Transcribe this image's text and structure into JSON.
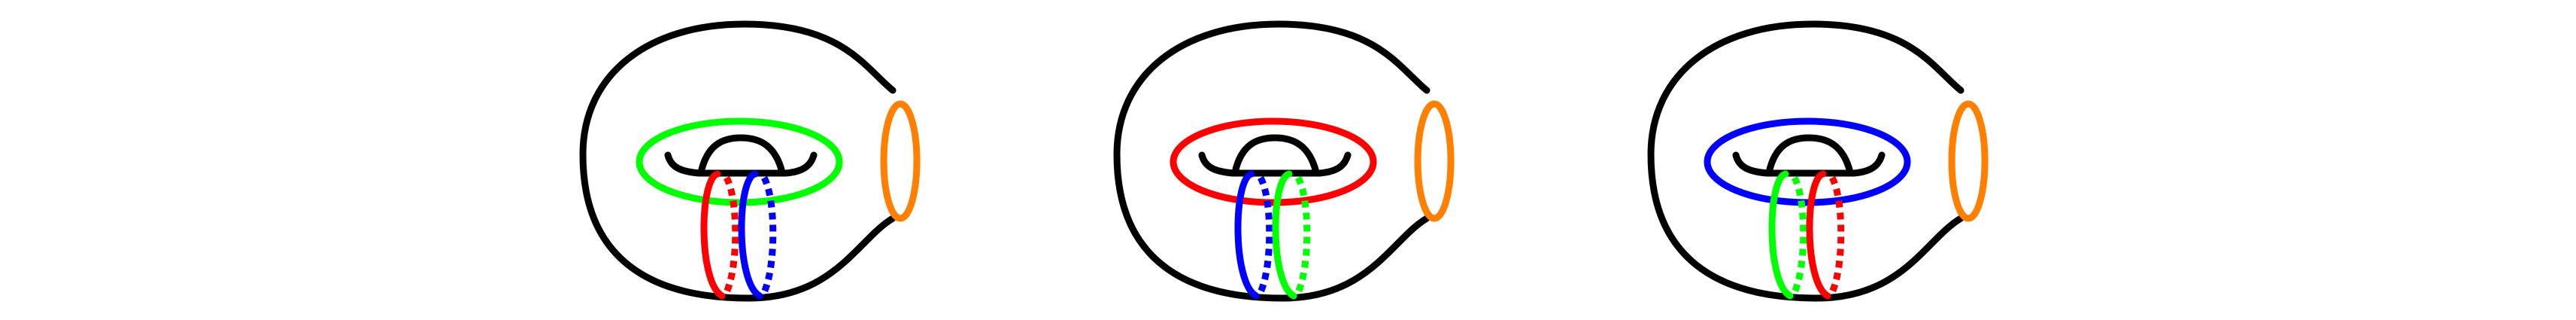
{
  "panels": [
    {
      "id": "panel-1",
      "meridian_color": "#00ff00",
      "longitude_colors": [
        "#ff0000",
        "#0000ff"
      ],
      "boundary_color": "#ff8000"
    },
    {
      "id": "panel-2",
      "meridian_color": "#ff0000",
      "longitude_colors": [
        "#0000ff",
        "#00ff00"
      ],
      "boundary_color": "#ff8000"
    },
    {
      "id": "panel-3",
      "meridian_color": "#0000ff",
      "longitude_colors": [
        "#00ff00",
        "#ff0000"
      ],
      "boundary_color": "#ff8000"
    }
  ],
  "surface_color": "#000000"
}
